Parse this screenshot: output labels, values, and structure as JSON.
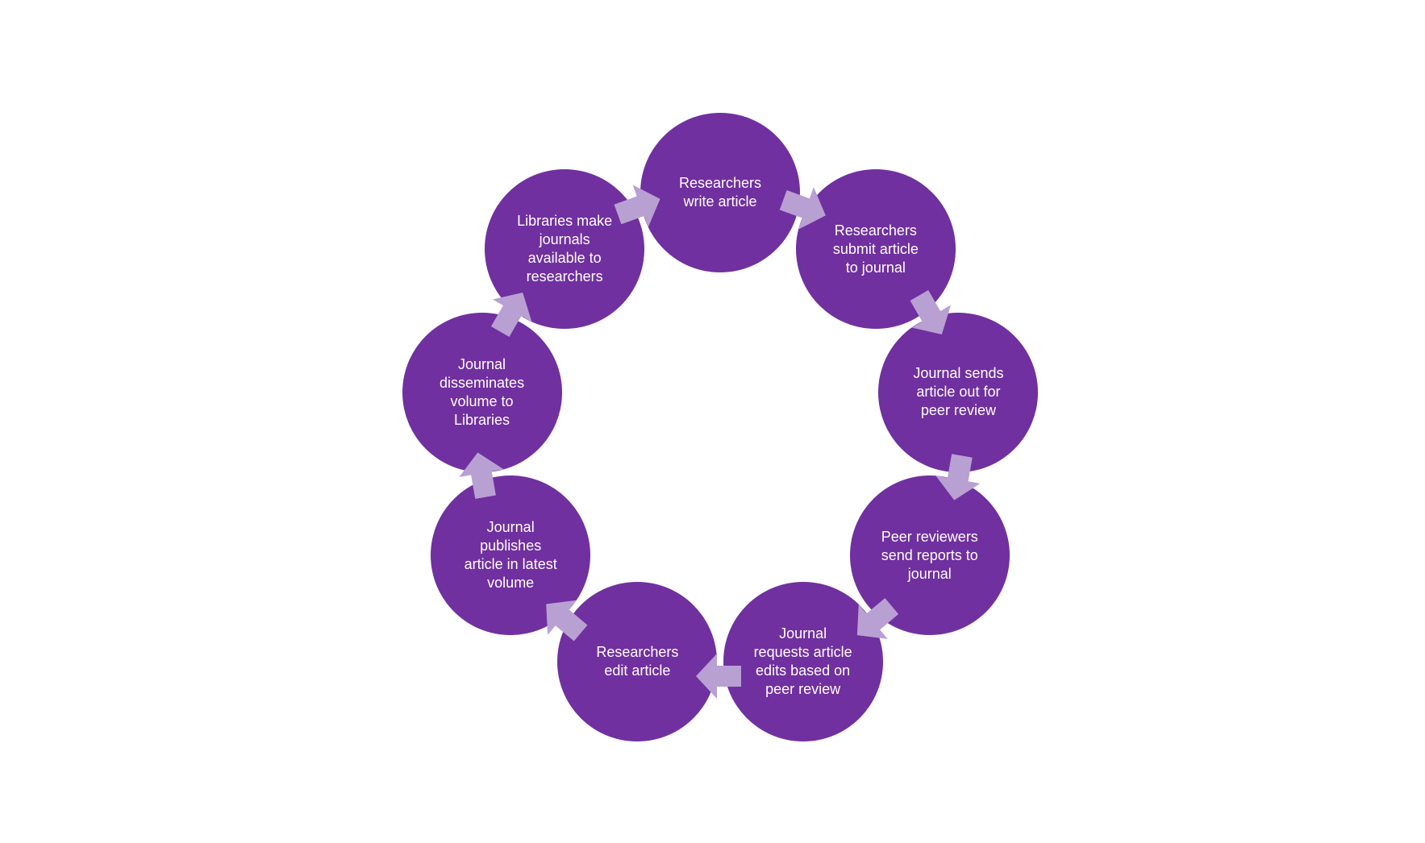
{
  "colors": {
    "circle_fill": "#7030a0",
    "arrow_fill": "#b9a0d3",
    "text": "#ffffff",
    "background": "#ffffff"
  },
  "steps": [
    {
      "label": "Researchers\nwrite article"
    },
    {
      "label": "Researchers\nsubmit article\nto journal"
    },
    {
      "label": "Journal sends\narticle out for\npeer review"
    },
    {
      "label": "Peer reviewers\nsend reports to\njournal"
    },
    {
      "label": "Journal\nrequests article\nedits based on\npeer review"
    },
    {
      "label": "Researchers\nedit article"
    },
    {
      "label": "Journal\npublishes\narticle in latest\nvolume"
    },
    {
      "label": "Journal\ndisseminates\nvolume to\nLibraries"
    },
    {
      "label": "Libraries make\njournals\navailable to\nresearchers"
    }
  ],
  "arrows": [
    {
      "shape": "right-arrow-icon"
    },
    {
      "shape": "right-arrow-icon"
    },
    {
      "shape": "right-arrow-icon"
    },
    {
      "shape": "right-arrow-icon"
    },
    {
      "shape": "right-arrow-icon"
    },
    {
      "shape": "right-arrow-icon"
    },
    {
      "shape": "right-arrow-icon"
    },
    {
      "shape": "right-arrow-icon"
    },
    {
      "shape": "right-arrow-icon"
    }
  ]
}
